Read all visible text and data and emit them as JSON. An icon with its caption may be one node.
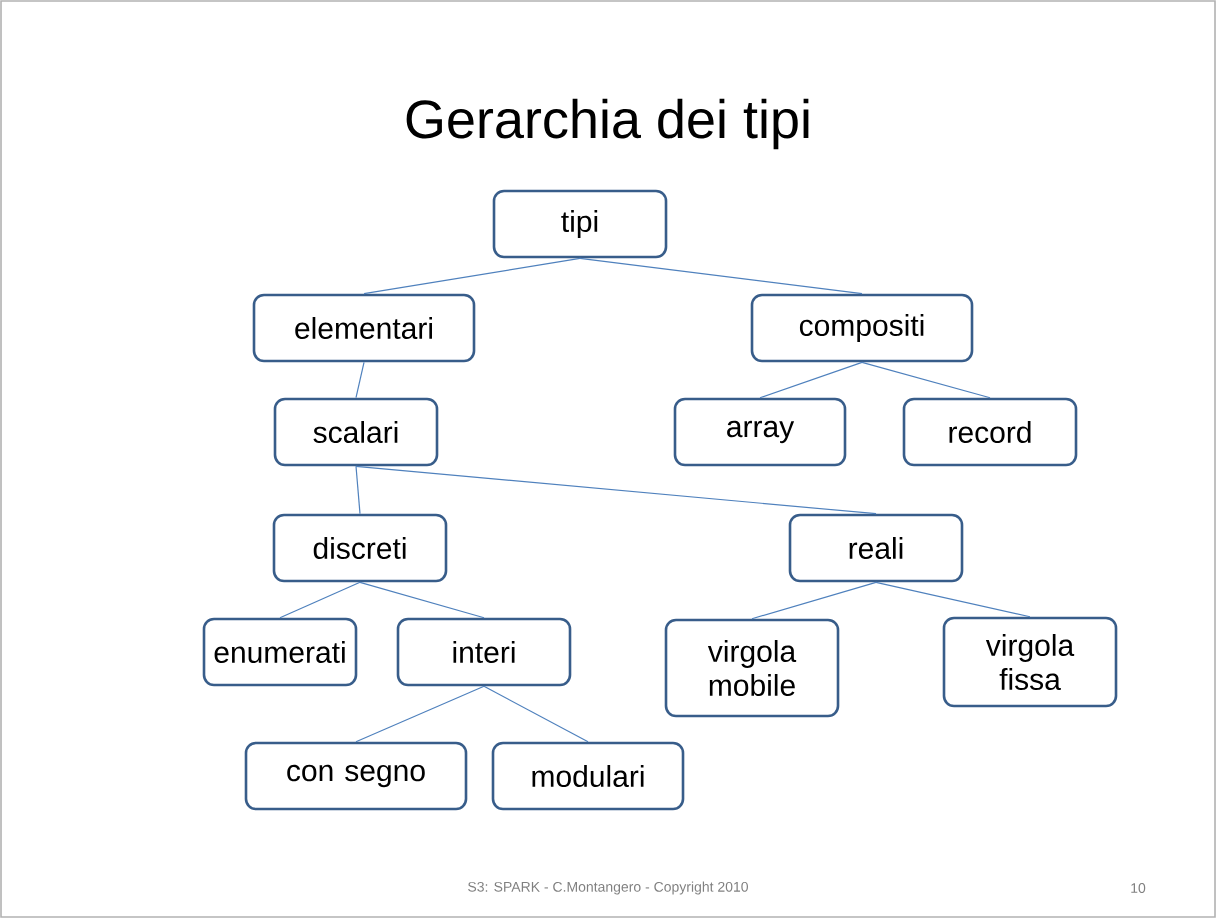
{
  "diagram": {
    "title": "Gerarchia dei tipi",
    "nodes": [
      {
        "text": [
          "tipi"
        ]
      },
      {
        "text": [
          "elementari"
        ]
      },
      {
        "text": [
          "compositi"
        ]
      },
      {
        "text": [
          "scalari"
        ]
      },
      {
        "text": [
          "array"
        ]
      },
      {
        "text": [
          "record"
        ]
      },
      {
        "text": [
          "discreti"
        ]
      },
      {
        "text": [
          "reali"
        ]
      },
      {
        "text": [
          "enumerati"
        ]
      },
      {
        "text": [
          "interi"
        ]
      },
      {
        "text": [
          "virgola mobile"
        ]
      },
      {
        "text": [
          "virgola fissa"
        ]
      },
      {
        "text": [
          "con segno"
        ]
      },
      {
        "text": [
          "modulari"
        ]
      }
    ],
    "edges": [
      {
        "from": 0,
        "to": 1,
        "arrow": "none"
      },
      {
        "from": 0,
        "to": 2,
        "arrow": "none"
      },
      {
        "from": 1,
        "to": 3,
        "arrow": "none"
      },
      {
        "from": 2,
        "to": 4,
        "arrow": "none"
      },
      {
        "from": 2,
        "to": 5,
        "arrow": "none"
      },
      {
        "from": 3,
        "to": 6,
        "arrow": "none"
      },
      {
        "from": 3,
        "to": 7,
        "arrow": "none"
      },
      {
        "from": 6,
        "to": 8,
        "arrow": "none"
      },
      {
        "from": 6,
        "to": 9,
        "arrow": "none"
      },
      {
        "from": 7,
        "to": 10,
        "arrow": "none"
      },
      {
        "from": 7,
        "to": 11,
        "arrow": "none"
      },
      {
        "from": 9,
        "to": 12,
        "arrow": "none"
      },
      {
        "from": 9,
        "to": 13,
        "arrow": "none"
      }
    ],
    "labels": [
      "S3: SPARK - C.Montangero - Copyright 2010",
      "10"
    ]
  }
}
